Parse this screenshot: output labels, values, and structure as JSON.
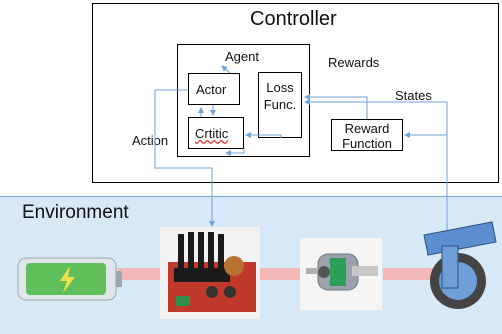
{
  "controller": {
    "title": "Controller"
  },
  "agent": {
    "title": "Agent",
    "actor_label": "Actor",
    "loss_label_line1": "Loss",
    "loss_label_line2": "Func.",
    "critic_label": "Crtitic"
  },
  "reward_function": {
    "line1": "Reward",
    "line2": "Function"
  },
  "signals": {
    "rewards": "Rewards",
    "states": "States",
    "action": "Action"
  },
  "environment": {
    "title": "Environment"
  },
  "icons": [
    "battery-icon",
    "dc-converter-icon",
    "motor-icon",
    "wheel-icon",
    "lightning-icon"
  ],
  "colors": {
    "arrow": "#6fa3d8",
    "env_bg": "#d7e8f6",
    "link": "#f4b8b8",
    "battery": "#5fbf5a"
  }
}
